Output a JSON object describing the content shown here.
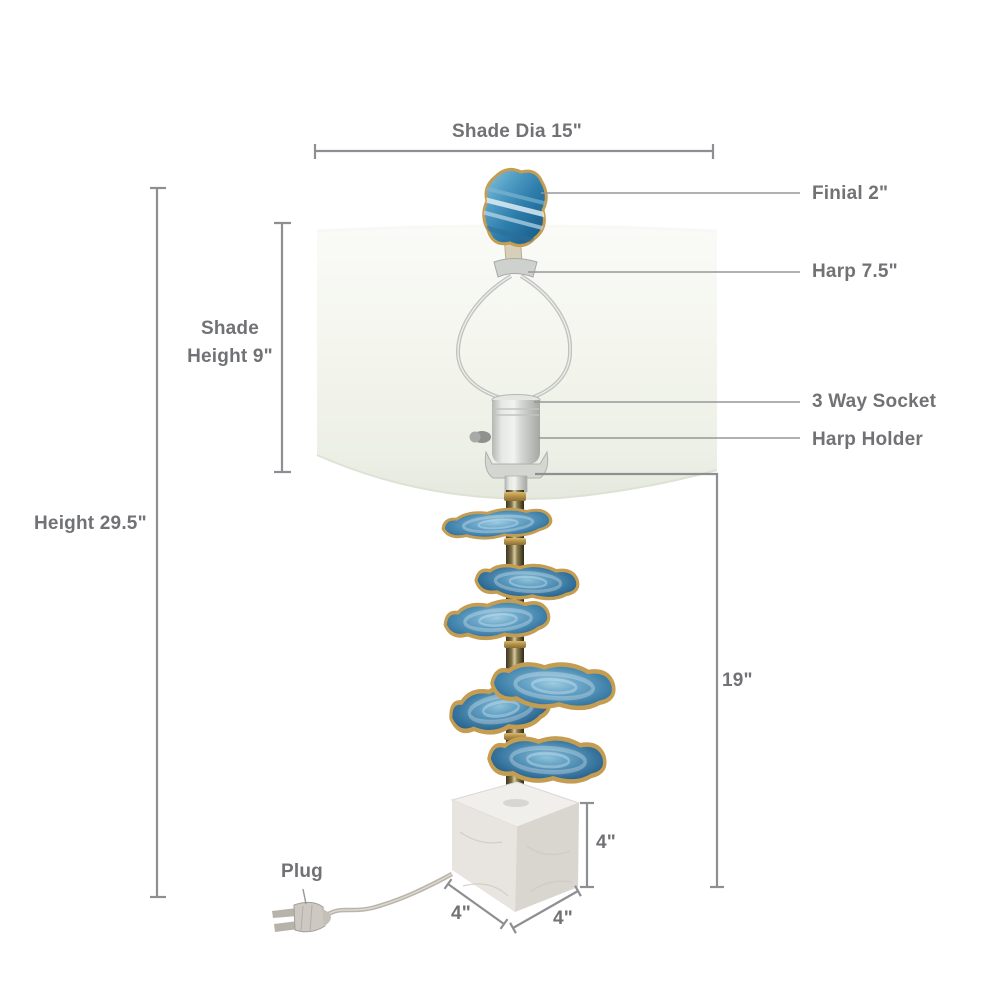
{
  "diagram": {
    "annotations": {
      "shade_dia": "Shade Dia 15\"",
      "finial": "Finial 2\"",
      "harp": "Harp 7.5\"",
      "socket": "3 Way Socket",
      "harp_holder": "Harp Holder",
      "shade_height": "Shade Height 9\"",
      "overall_height": "Height 29.5\"",
      "rod_height": "19\"",
      "base_height": "4\"",
      "base_width": "4\"",
      "base_depth": "4\"",
      "plug": "Plug"
    },
    "colors": {
      "text": "#717275",
      "dimension_line": "#8d8f92",
      "agate_blue": "#4d8cb4",
      "agate_gold_rim": "#c59d52",
      "shade_white": "#f2f4ec",
      "marble_white": "#e8e5e0",
      "rod_brass": "#8d7f52",
      "hardware_silver": "#cfd1ce"
    }
  }
}
